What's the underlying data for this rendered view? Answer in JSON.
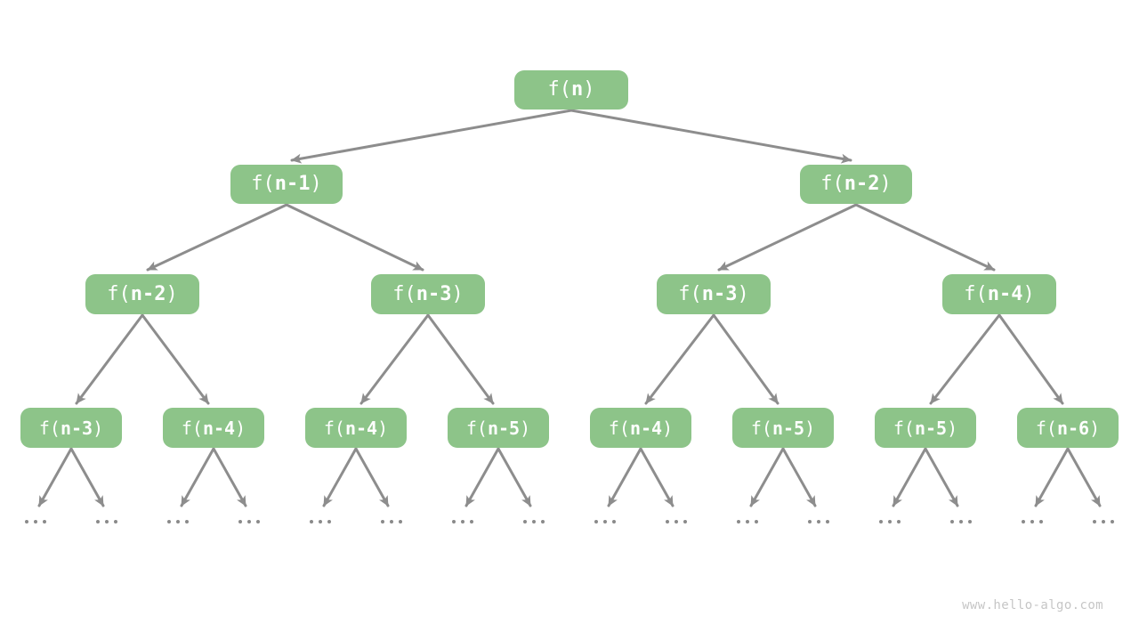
{
  "page": {
    "background": "#ffffff"
  },
  "colors": {
    "node_fill": "#8dc489",
    "node_text": "#ffffff",
    "edge": "#8d8d8d",
    "ellipsis_dot": "#8a8a8a",
    "watermark": "#c6c6c6"
  },
  "tree": {
    "levels": [
      {
        "nodes": [
          "f(n)"
        ]
      },
      {
        "nodes": [
          "f(n-1)",
          "f(n-2)"
        ]
      },
      {
        "nodes": [
          "f(n-2)",
          "f(n-3)",
          "f(n-3)",
          "f(n-4)"
        ]
      },
      {
        "nodes": [
          "f(n-3)",
          "f(n-4)",
          "f(n-4)",
          "f(n-5)",
          "f(n-4)",
          "f(n-5)",
          "f(n-5)",
          "f(n-6)"
        ]
      }
    ],
    "leaf_ellipsis": {
      "symbol": "...",
      "count": 16
    }
  },
  "watermark": {
    "text": "www.hello-algo.com"
  }
}
